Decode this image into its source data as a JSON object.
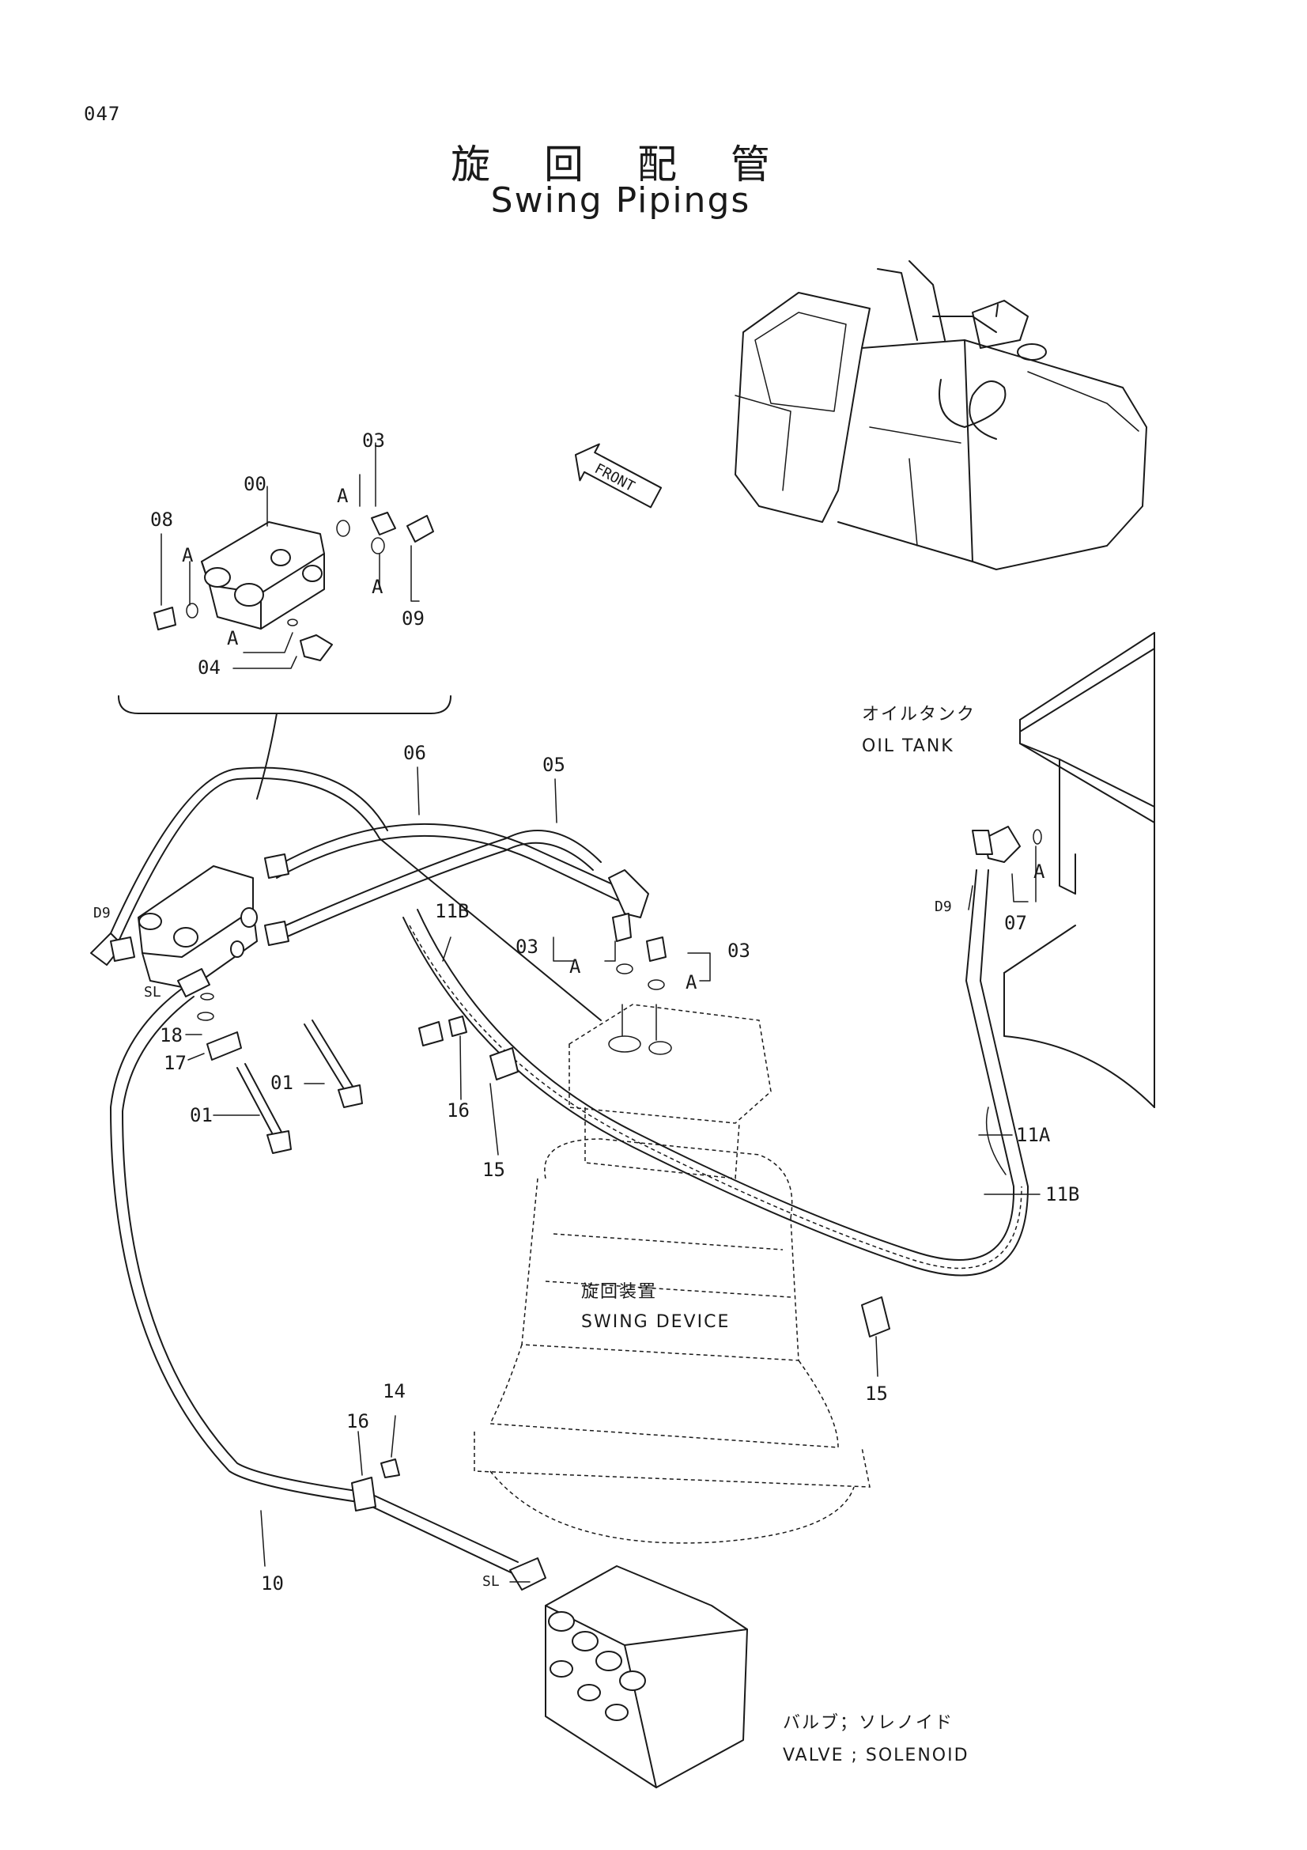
{
  "page": {
    "number": "047",
    "title_jp": "旋 回 配 管",
    "title_en": "Swing Pipings"
  },
  "direction": {
    "label": "FRONT"
  },
  "captions": {
    "oil_tank_jp": "オイルタンク",
    "oil_tank_en": "OIL TANK",
    "swing_device_jp": "旋回装置",
    "swing_device_en": "SWING DEVICE",
    "valve_jp": "バルブ；ソレノイド",
    "valve_en": "VALVE ; SOLENOID"
  },
  "callouts": {
    "p00": "00",
    "p01a": "01",
    "p01b": "01",
    "p03a": "03",
    "p03b": "03",
    "p03c": "03",
    "p04": "04",
    "p05": "05",
    "p06": "06",
    "p07": "07",
    "p08": "08",
    "p09": "09",
    "p10": "10",
    "p11a": "11A",
    "p11b_a": "11B",
    "p11b_b": "11B",
    "p14": "14",
    "p15a": "15",
    "p15b": "15",
    "p16a": "16",
    "p16b": "16",
    "p17": "17",
    "p18": "18",
    "d9a": "D9",
    "d9b": "D9",
    "sl_a": "SL",
    "sl_b": "SL",
    "a1": "A",
    "a2": "A",
    "a3": "A",
    "a4": "A",
    "a5": "A",
    "a6": "A",
    "a7": "A"
  }
}
